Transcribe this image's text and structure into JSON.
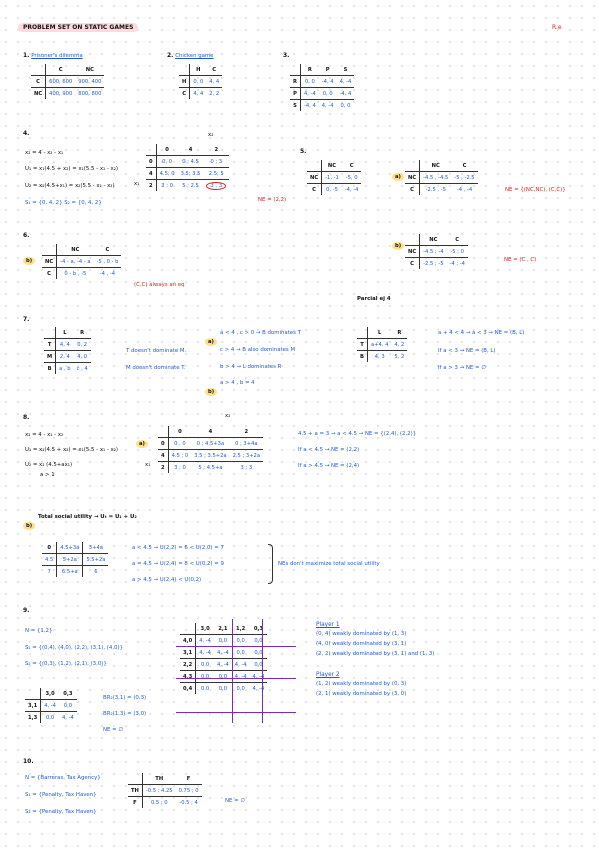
{
  "header": {
    "title": "PROBLEM SET ON STATIC GAMES",
    "author": "R.e"
  },
  "p1": {
    "num": "1.",
    "title": "Prisoner's dilemma",
    "cols": [
      "C",
      "NC"
    ],
    "rows": [
      {
        "h": "C",
        "cells": [
          "600, 600",
          "900, 400"
        ]
      },
      {
        "h": "NC",
        "cells": [
          "400, 900",
          "800, 800"
        ]
      }
    ]
  },
  "p2": {
    "num": "2.",
    "title": "Chicken game",
    "cols": [
      "H",
      "C"
    ],
    "rows": [
      {
        "h": "H",
        "cells": [
          "0, 0",
          "4, 4"
        ]
      },
      {
        "h": "C",
        "cells": [
          "4, 4",
          "2, 2"
        ]
      }
    ]
  },
  "p3": {
    "num": "3.",
    "cols": [
      "R",
      "P",
      "S"
    ],
    "rows": [
      {
        "h": "R",
        "cells": [
          "0, 0",
          "-4, 4",
          "4, -4"
        ]
      },
      {
        "h": "P",
        "cells": [
          "4, -4",
          "0, 0",
          "-4, 4"
        ]
      },
      {
        "h": "S",
        "cells": [
          "-4, 4",
          "4, -4",
          "0, 0"
        ]
      }
    ]
  },
  "p4": {
    "num": "4.",
    "lines": [
      "x₂ = 4 - x₂ - x₁",
      "U₁ = x₁(4.5 + x₂) = x₁(5.5 - x₁ - x₂)",
      "U₂ = x₂(4.5+x₁) = x₂(5.5 - x₁ - x₂)",
      "S₁ = {0, 4, 2}    S₂ = {0, 4, 2}"
    ],
    "colvar": "x₂",
    "rowvar": "x₁",
    "cols": [
      "0",
      "4",
      "2"
    ],
    "rows": [
      {
        "h": "0",
        "cells": [
          "0, 0",
          "0 ; 4.5",
          "0 ; 3"
        ]
      },
      {
        "h": "4",
        "cells": [
          "4.5; 0",
          "3.5; 3.5",
          "2.5; 5"
        ]
      },
      {
        "h": "2",
        "cells": [
          "3 ; 0",
          "5 ; 2.5",
          "3 , 3"
        ]
      }
    ],
    "ne": "NE = (2,2)"
  },
  "p5": {
    "num": "5.",
    "cols": [
      "NC",
      "C"
    ],
    "rows": [
      {
        "h": "NC",
        "cells": [
          "-1, -1",
          "-5, 0"
        ]
      },
      {
        "h": "C",
        "cells": [
          "0, -5",
          "-4, -4"
        ]
      }
    ],
    "a_label": "a)",
    "a_cols": [
      "NC",
      "C"
    ],
    "a_rows": [
      {
        "h": "NC",
        "cells": [
          "-4.5 , -4.5",
          "-5 , -2.5"
        ]
      },
      {
        "h": "C",
        "cells": [
          "-2.5 , -5",
          "-4 , -4"
        ]
      }
    ],
    "a_ne": "NE = {(NC,NC), (C,C)}"
  },
  "p6": {
    "num": "6.",
    "b_label": "b)",
    "cols": [
      "NC",
      "C"
    ],
    "rows": [
      {
        "h": "NC",
        "cells": [
          "-4 - a, -4 - a",
          "-5 , 0 - b"
        ]
      },
      {
        "h": "C",
        "cells": [
          "0 - b , -5",
          "-4 , -4"
        ]
      }
    ],
    "note": "(C,C) always an eq",
    "b2_label": "b)",
    "b2_cols": [
      "NC",
      "C"
    ],
    "b2_rows": [
      {
        "h": "NC",
        "cells": [
          "-4.5 ; -4",
          "-5 ; 0"
        ]
      },
      {
        "h": "C",
        "cells": [
          "-2.5 ; -5",
          "-4 ; -4"
        ]
      }
    ],
    "b2_ne": "NE = (C , C)",
    "partial": "Parcial ej 4"
  },
  "p7": {
    "num": "7.",
    "cols": [
      "L",
      "R"
    ],
    "rows": [
      {
        "h": "T",
        "cells": [
          "4, 4",
          "0, 2"
        ]
      },
      {
        "h": "M",
        "cells": [
          "2, 4",
          "4, 0"
        ]
      },
      {
        "h": "B",
        "cells": [
          "a , b",
          "c , 4"
        ]
      }
    ],
    "notes": [
      "T doesn't dominate M.",
      "M doesn't dominate T."
    ],
    "a_label": "a)",
    "a_lines": [
      "a < 4 , c > 0  →  B dominates T",
      "c > 4  →  B also dominates M",
      "b > 4  →  L dominates R"
    ],
    "b_label": "b)",
    "b_line": "a > 4 , b = 4",
    "t2_cols": [
      "L",
      "R"
    ],
    "t2_rows": [
      {
        "h": "T",
        "cells": [
          "a+4, 4",
          "4, 2"
        ]
      },
      {
        "h": "B",
        "cells": [
          "4, 3",
          "5, 2"
        ]
      }
    ],
    "t2_lines": [
      "a + 4 < 4  →  a < 3  →  NE = (B, L)",
      "If a < 3  →  NE = (B, L)",
      "If a > 3  →  NE = ∅"
    ]
  },
  "p8": {
    "num": "8.",
    "lines": [
      "x₂ = 4 - x₁ - x₂",
      "U₁ = x₁(4.5 + x₂) = x₁(5.5 - x₁ - x₂)",
      "U₂ = x₂ (4.5+ax₁)",
      "a > 1"
    ],
    "a_label": "a)",
    "colvar": "x₂",
    "rowvar": "x₁",
    "cols": [
      "0",
      "4",
      "2"
    ],
    "rows": [
      {
        "h": "0",
        "cells": [
          "0 , 0",
          "0 ; 4.5+3a",
          "0 ; 3+4a"
        ]
      },
      {
        "h": "4",
        "cells": [
          "4.5 ; 0",
          "3.5 ; 3.5+2a",
          "2.5 ; 3+2a"
        ]
      },
      {
        "h": "2",
        "cells": [
          "3 ; 0",
          "5 ; 4.5+a",
          "3 ; 3"
        ]
      }
    ],
    "right": [
      "4.5 + a = 3  →  a < 4.5  →  NE = {(2,4), (2,2)}",
      "If a < 4.5  →  NE = (2,2)",
      "If a > 4.5  →  NE = (2,4)"
    ],
    "b_label": "b)",
    "b_title": "Total social utility  →  Uₜ = U₁ + U₂",
    "s_rows": [
      [
        "0",
        "4.5+3a",
        "3+4a"
      ],
      [
        "4.5",
        "5+2a",
        "5.5+2a"
      ],
      [
        "7",
        "6.5+a",
        "6"
      ]
    ],
    "s_lines": [
      "a < 4.5  →  U(2,2) = 6 < U(2,0) = 7",
      "a = 4.5  →  U(2,4) = 8 < U(0,2) = 9",
      "a > 4.5  →  U(2,4) < U(0,2)"
    ],
    "s_note": "NEs don't maximize total social utility"
  },
  "p9": {
    "num": "9.",
    "lines": [
      "N = {1,2}",
      "S₁ = {(0,4), (4,0), (2,2), (3,1), (4,0)}",
      "S₂ = {(0,3), (1,2), (2,1), (3,0)}"
    ],
    "big_cols": [
      "3,0",
      "2,1",
      "1,2",
      "0,3"
    ],
    "big_rows": [
      {
        "h": "4,0",
        "cells": [
          "4, -4",
          "0,0",
          "0,0",
          "0,0"
        ]
      },
      {
        "h": "3,1",
        "cells": [
          "4, -4",
          "4, -4",
          "0,0",
          "0,0"
        ]
      },
      {
        "h": "2,2",
        "cells": [
          "0,0",
          "4, -4",
          "4, -4",
          "0,0"
        ]
      },
      {
        "h": "4,3",
        "cells": [
          "0,0",
          "0,0",
          "4, -4",
          "4, -4"
        ]
      },
      {
        "h": "0,4",
        "cells": [
          "0,0",
          "0,0",
          "0,0",
          "4, -4"
        ]
      }
    ],
    "small_cols": [
      "3,0",
      "0,3"
    ],
    "small_rows": [
      {
        "h": "3,1",
        "cells": [
          "4, -4",
          "0,0"
        ]
      },
      {
        "h": "1,3",
        "cells": [
          "0,0",
          "4, -4"
        ]
      }
    ],
    "br": [
      "BR₂(3,1) = (0,3)",
      "BR₂(1,3) = (3,0)",
      "NE = ∅"
    ],
    "p1_title": "Player 1",
    "p1_lines": [
      "(0, 4) weakly dominated by (1, 3)",
      "(4, 0) weakly dominated by (3, 1)",
      "(2, 2) weakly dominated by (3, 1) and (1, 3)"
    ],
    "p2_title": "Player 2",
    "p2_lines": [
      "(1, 2) weakly dominated by (0, 3)",
      "(2, 1) weakly dominated by (3, 0)"
    ]
  },
  "p10": {
    "num": "10.",
    "lines": [
      "N = {Barreras, Tax Agency}",
      "S₁ = {Penalty, Tax Haven}",
      "S₂ = {Penalty, Tax Haven}"
    ],
    "cols": [
      "TH",
      "F"
    ],
    "rows": [
      {
        "h": "TH",
        "cells": [
          "-0.5 ; 4.25",
          "0.75 ; 0"
        ]
      },
      {
        "h": "F",
        "cells": [
          "0.5 ; 0",
          "-0.5 ; 4"
        ]
      }
    ],
    "ne": "NE = ∅"
  }
}
